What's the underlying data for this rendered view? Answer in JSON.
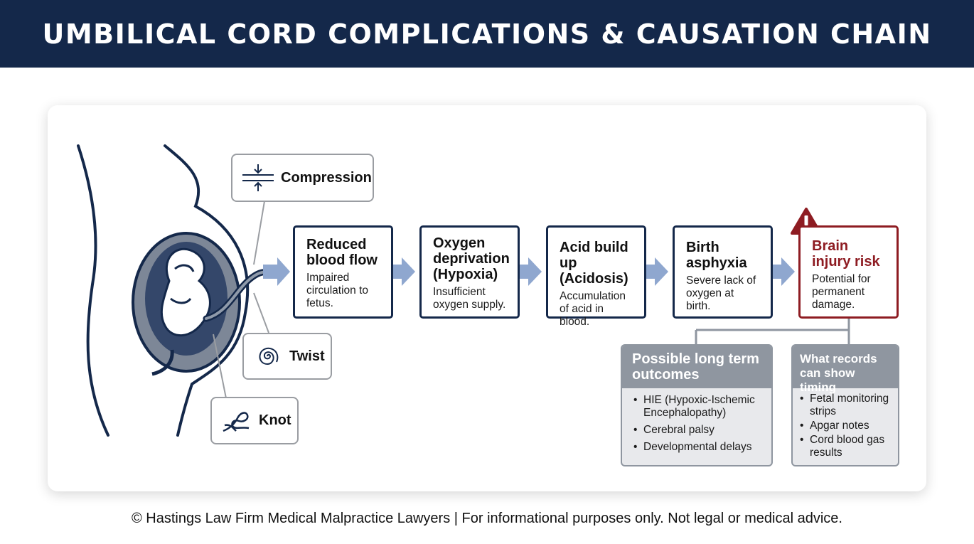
{
  "title": "UMBILICAL CORD COMPLICATIONS & CAUSATION CHAIN",
  "callouts": {
    "compression": "Compression",
    "twist": "Twist",
    "knot": "Knot"
  },
  "steps": [
    {
      "title": "Reduced blood flow",
      "desc": "Impaired circulation to fetus."
    },
    {
      "title": "Oxygen deprivation (Hypoxia)",
      "desc": "Insufficient oxygen supply."
    },
    {
      "title": "Acid build up (Acidosis)",
      "desc": "Accumulation of acid in blood."
    },
    {
      "title": "Birth asphyxia",
      "desc": "Severe lack of oxygen at birth."
    },
    {
      "title": "Brain injury risk",
      "desc": "Potential for permanent damage."
    }
  ],
  "outcomes": {
    "heading": "Possible long term outcomes",
    "items": [
      "HIE (Hypoxic-Ischemic Encephalopathy)",
      "Cerebral palsy",
      "Developmental delays"
    ]
  },
  "records": {
    "heading": "What records can show timing",
    "items": [
      "Fetal monitoring strips",
      "Apgar notes",
      "Cord blood gas results"
    ]
  },
  "footer": "© Hastings Law Firm Medical Malpractice Lawyers | For informational purposes only. Not legal or medical advice.",
  "colors": {
    "navy": "#14284a",
    "risk_red": "#8e1c22",
    "arrow_blue": "#8fa7cf",
    "panel_gray": "#8f96a0"
  }
}
